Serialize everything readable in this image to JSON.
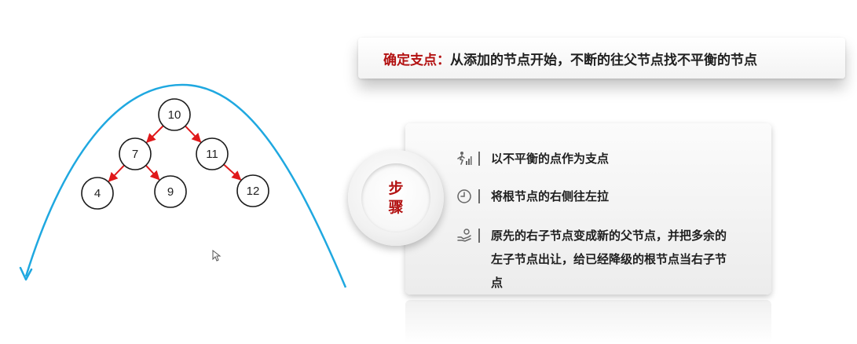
{
  "title": {
    "key": "确定支点：",
    "text": "从添加的节点开始，不断的往父节点找不平衡的节点"
  },
  "badge": {
    "label": "步骤"
  },
  "steps": [
    {
      "icon": "person-climbing-icon",
      "text": "以不平衡的点作为支点"
    },
    {
      "icon": "clock-icon",
      "text": "将根节点的右侧往左拉"
    },
    {
      "icon": "hand-giving-icon",
      "text": "原先的右子节点变成新的父节点，并把多余的左子节点出让，给已经降级的根节点当右子节点"
    }
  ],
  "tree": {
    "nodes": [
      {
        "id": "n10",
        "label": "10"
      },
      {
        "id": "n7",
        "label": "7"
      },
      {
        "id": "n11",
        "label": "11"
      },
      {
        "id": "n4",
        "label": "4"
      },
      {
        "id": "n9",
        "label": "9"
      },
      {
        "id": "n12",
        "label": "12"
      }
    ],
    "edges": [
      {
        "from": "n10",
        "to": "n7"
      },
      {
        "from": "n10",
        "to": "n11"
      },
      {
        "from": "n7",
        "to": "n4"
      },
      {
        "from": "n7",
        "to": "n9"
      },
      {
        "from": "n11",
        "to": "n12"
      }
    ],
    "edge_color": "#e0191b",
    "node_stroke": "#1a1a1a",
    "arc_color": "#1fa8e0"
  }
}
